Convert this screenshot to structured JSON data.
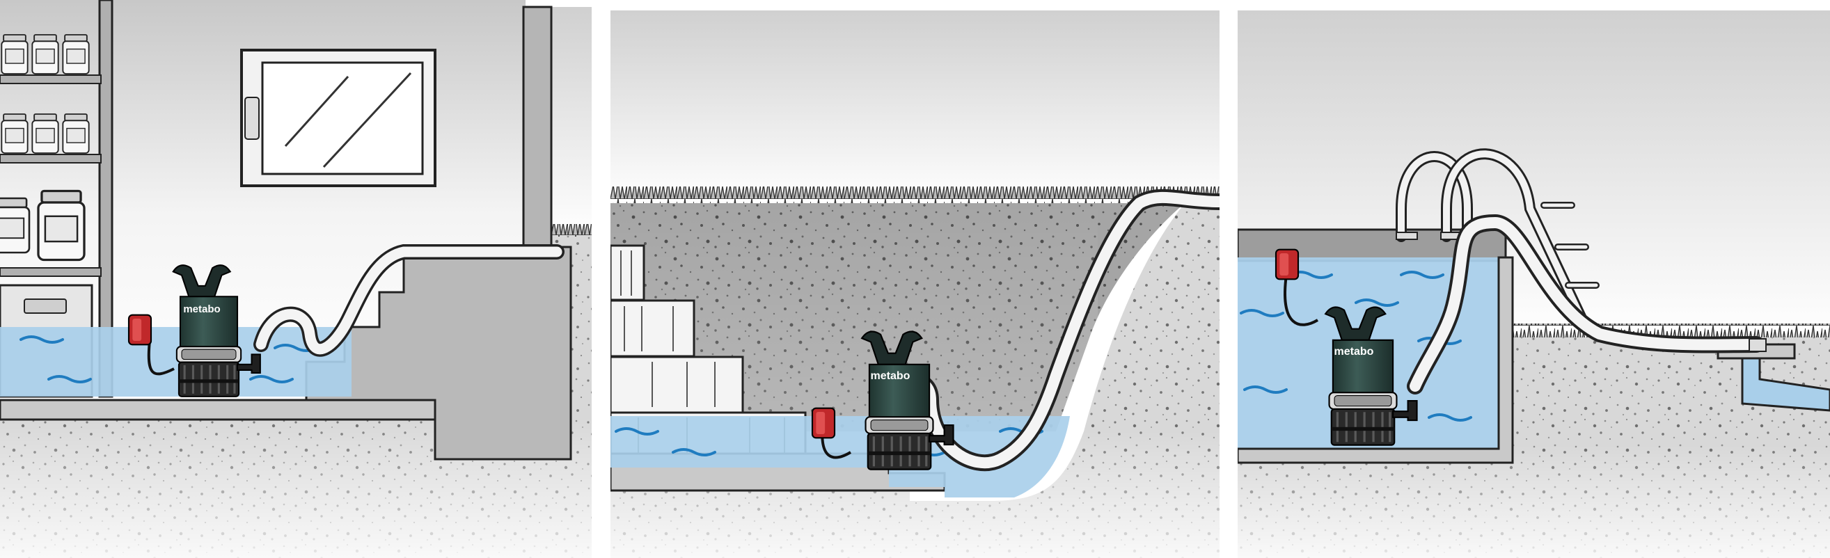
{
  "brand": {
    "logo_text": "metabo"
  },
  "scenes": [
    {
      "id": "basement"
    },
    {
      "id": "garden-pit"
    },
    {
      "id": "swimming-pool"
    }
  ],
  "colors": {
    "water": "#a9cfea",
    "water_wave": "#1f7cc0",
    "concrete": "#c9c9c9",
    "wall": "#b5b5b5",
    "pump_body": "#2f4a45",
    "float_switch": "#c0282a"
  }
}
